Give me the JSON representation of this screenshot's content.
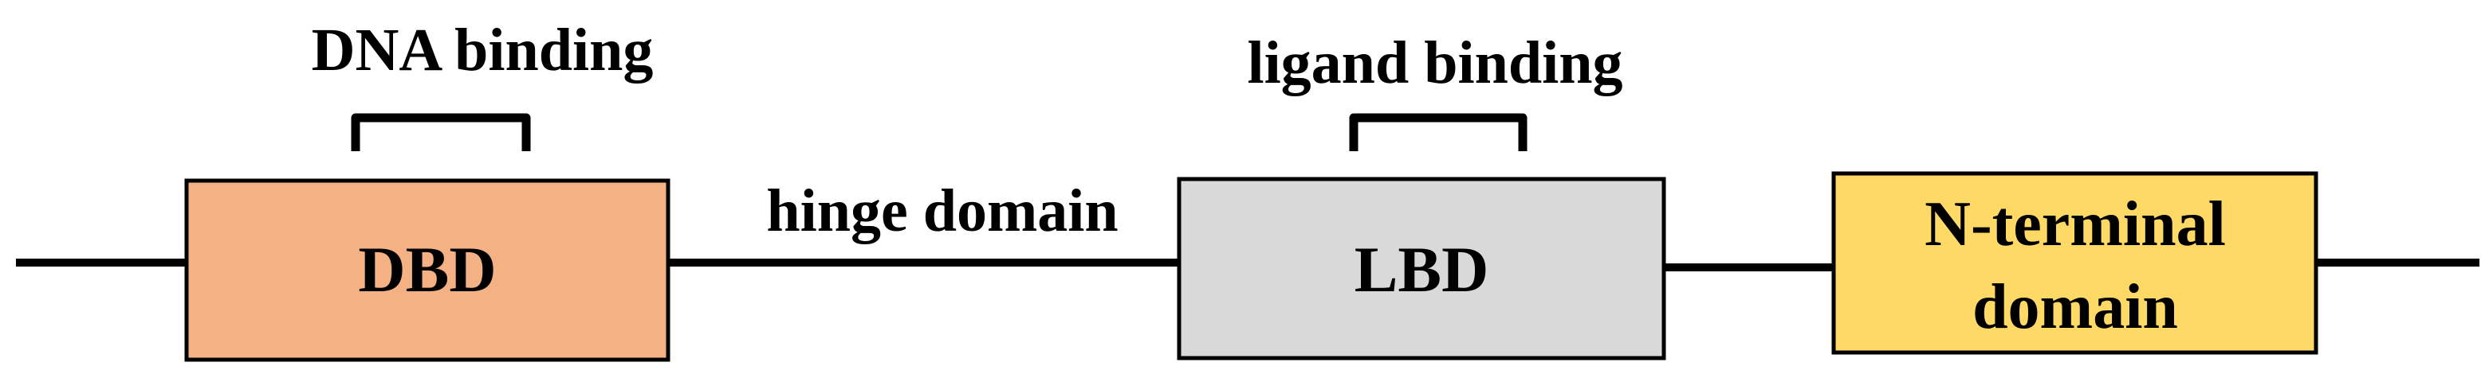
{
  "diagram": {
    "colors": {
      "line": "#000000",
      "dbd_fill": "#f4b183",
      "lbd_fill": "#d9d9d9",
      "nterm_fill": "#ffd966"
    },
    "boxes": {
      "dbd": {
        "label": "DBD"
      },
      "lbd": {
        "label": "LBD"
      },
      "nterm": {
        "label_line1": "N-terminal",
        "label_line2": "domain"
      }
    },
    "annotations": {
      "dna_binding": "DNA binding",
      "ligand_binding": "ligand binding",
      "hinge": "hinge domain"
    }
  }
}
